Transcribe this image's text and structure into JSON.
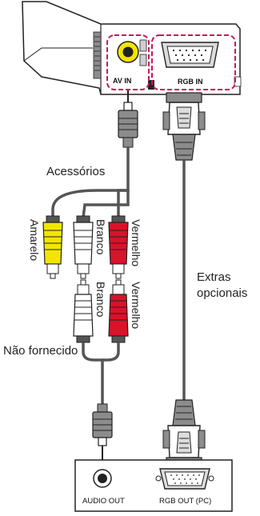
{
  "labels": {
    "accessories": "Acessórios",
    "extras_line1": "Extras",
    "extras_line2": "opcionais",
    "not_supplied": "Não fornecido",
    "av_in": "AV IN",
    "rgb_in": "RGB IN",
    "audio_out": "AUDIO OUT",
    "rgb_out_pc": "RGB OUT (PC)",
    "amarelo": "Amarelo",
    "branco_top": "Branco",
    "vermelho_top": "Vermelho",
    "branco_bottom": "Branco",
    "vermelho_bottom": "Vermelho"
  },
  "colors": {
    "highlight_dash": "#c8185a",
    "yellow_plug": "#f2e600",
    "red_plug": "#d8132a",
    "white_plug": "#ffffff",
    "cable": "#555555",
    "outline": "#222222",
    "device_gray": "#8c8c8c"
  }
}
